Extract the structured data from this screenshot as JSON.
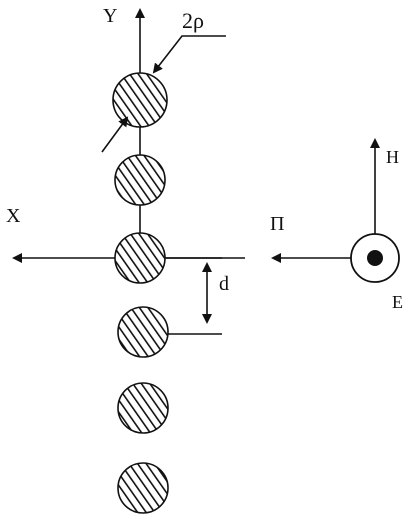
{
  "labels": {
    "y_axis": "Y",
    "x_axis": "X",
    "diameter": "2ρ",
    "spacing": "d",
    "poynting": "Π",
    "magnetic": "H",
    "electric": "E"
  },
  "wires": {
    "count": 6,
    "fill_pattern": "diagonal-hatch",
    "color": "#111111"
  }
}
